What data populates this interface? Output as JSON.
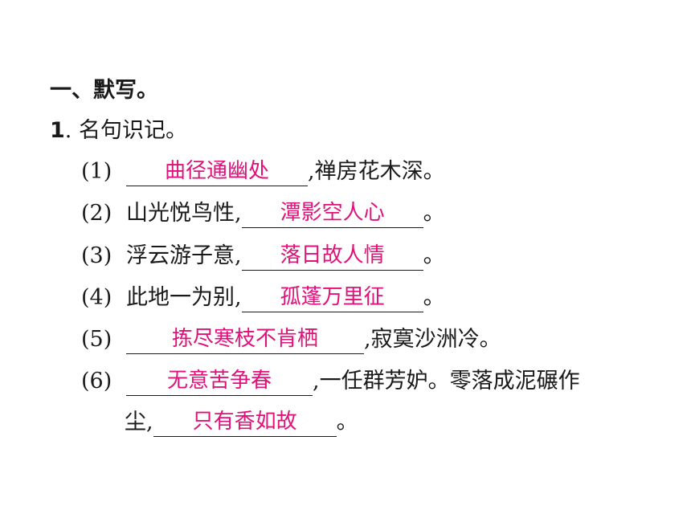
{
  "section_title": "一、默写。",
  "question": {
    "number": "1",
    "text": ". 名句识记。"
  },
  "items": [
    {
      "label": "(1)",
      "before": "",
      "answer": "曲径通幽处",
      "after": ",禅房花木深。"
    },
    {
      "label": "(2)",
      "before": "山光悦鸟性,",
      "answer": "潭影空人心",
      "after": "。"
    },
    {
      "label": "(3)",
      "before": "浮云游子意,",
      "answer": "落日故人情",
      "after": "。"
    },
    {
      "label": "(4)",
      "before": "此地一为别,",
      "answer": "孤蓬万里征",
      "after": "。"
    },
    {
      "label": "(5)",
      "before": "",
      "answer": "拣尽寒枝不肯栖",
      "after": ",寂寞沙洲冷。"
    },
    {
      "label": "(6)",
      "before": "",
      "answer": "无意苦争春",
      "after": ",一任群芳妒。零落成泥碾作"
    }
  ],
  "continuation": {
    "before": "尘,",
    "answer": "只有香如故",
    "after": "。"
  },
  "colors": {
    "answer": "#e0127a",
    "text": "#1a1a1a"
  }
}
